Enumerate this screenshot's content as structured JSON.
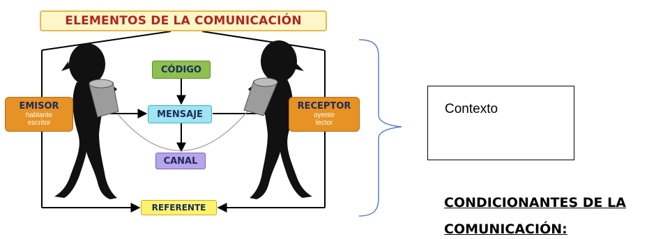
{
  "diagram": {
    "title": "ELEMENTOS DE LA COMUNICACIÓN",
    "codigo": "CÓDIGO",
    "mensaje": "MENSAJE",
    "canal": "CANAL",
    "referente": "REFERENTE",
    "emisor": {
      "title": "EMISOR",
      "line1": "hablante",
      "line2": "escritor"
    },
    "receptor": {
      "title": "RECEPTOR",
      "line1": "oyente",
      "line2": "lector"
    }
  },
  "contexto": {
    "label": "Contexto"
  },
  "condicionantes": {
    "line1": "CONDICIONANTES DE LA",
    "line2": "COMUNICACIÓN:"
  },
  "colors": {
    "title_text": "#b2261d",
    "title_bg": "#fdf6c9",
    "codigo_bg": "#8ec04f",
    "mensaje_bg": "#9fe4f2",
    "canal_bg": "#b7a4ea",
    "referente_bg": "#fbf36b",
    "role_bg": "#e69224",
    "brace": "#5b7fc6"
  }
}
